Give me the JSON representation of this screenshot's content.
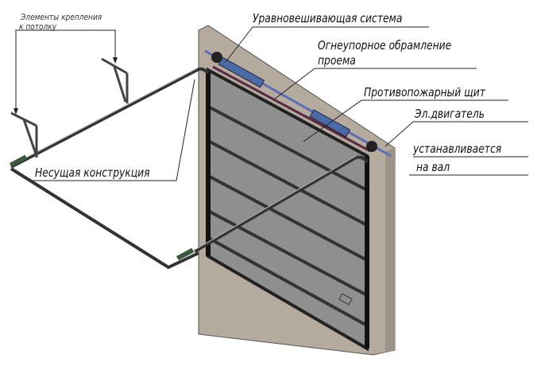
{
  "labels": {
    "ceiling_mounts_line1": "Элементы крепления",
    "ceiling_mounts_line2": "к потолку",
    "balancing_system": "Уравновешивающая система",
    "fireproof_frame_line1": "Огнеупорное обрамление",
    "fireproof_frame_line2": "проема",
    "fire_shield": "Противопожарный щит",
    "motor_line1": "Эл.двигатель",
    "motor_line2": "устанавливается",
    "motor_line3": "на вал",
    "load_structure": "Несущая конструкция"
  },
  "colors": {
    "wall": "#b5aa9e",
    "panel": "#8f8f8f",
    "frame": "#2a2a2a",
    "shaft": "#5a6fb5",
    "spring": "#4a6aa8",
    "fire_seal": "#5a2a45"
  }
}
